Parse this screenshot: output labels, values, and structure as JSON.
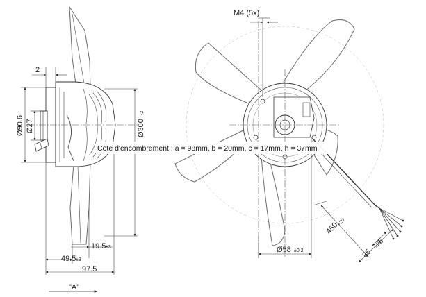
{
  "side_view": {
    "dim_top": "2",
    "dim_dia_outer": "Ø90.6",
    "dim_dia_inner": "Ø27",
    "dim_dia_fan": "Ø300",
    "dim_dia_fan_sub": "-2",
    "dim_19_5": "19.5",
    "dim_19_5_tol": "±3",
    "dim_49_5": "49.5",
    "dim_49_5_tol": "±3",
    "dim_97_5": "97.5",
    "view_label": "\"A\""
  },
  "front_view": {
    "dim_m4": "M4 (5x)",
    "dim_58": "Ø58",
    "dim_58_tol": "±0.2",
    "dim_450": "450",
    "dim_450_tol": "+20",
    "dim_6": "6",
    "dim_85": "85",
    "dim_85_tol": "±10"
  },
  "note": "Cote d'encombrement : a = 98mm, b = 20mm, c = 17mm, h = 37mm"
}
